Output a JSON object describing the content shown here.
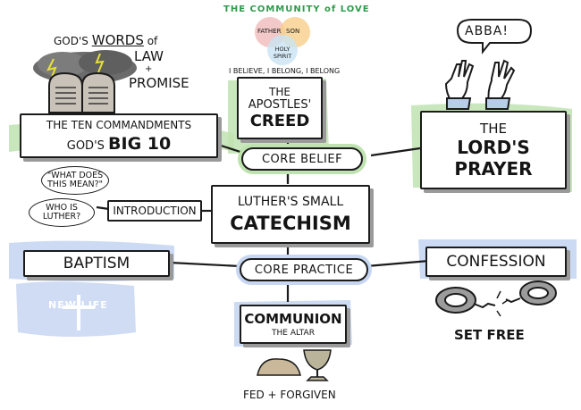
{
  "top_left": {
    "line1_prefix": "GOD's",
    "line1_emph": "WORDS",
    "line1_suffix": "of",
    "line2": "LAW",
    "plus": "+",
    "line3": "PROMISE"
  },
  "community": {
    "arc_text": "THE COMMUNITY of LOVE",
    "father": "FATHER",
    "son": "SON",
    "holy_spirit": "HOLY SPIRIT",
    "believe": "I BELIEVE, I BELONG, I BELONG"
  },
  "abba": "ABBA!",
  "ten_commandments": {
    "line1": "THE TEN COMMANDMENTS",
    "line2_prefix": "GOD's",
    "line2_big": "BIG 10"
  },
  "creed": {
    "line1": "THE",
    "line2": "APOSTLES'",
    "line3": "CREED"
  },
  "prayer": {
    "line1": "THE",
    "line2": "LORD'S",
    "line3": "PRAYER"
  },
  "core_belief": "CORE BELIEF",
  "questions": {
    "what": "\"WHAT DOES THIS MEAN?\"",
    "who": "WHO IS LUTHER?"
  },
  "introduction": "INTRODUCTION",
  "catechism": {
    "line1": "LUTHER'S SMALL",
    "line2": "CATECHISM"
  },
  "baptism": {
    "label": "BAPTISM",
    "new_life": "NEW LIFE"
  },
  "core_practice": "CORE PRACTICE",
  "confession": {
    "label": "CONFESSION",
    "set_free": "SET FREE"
  },
  "communion": {
    "label": "COMMUNION",
    "sub": "THE ALTAR",
    "fed": "FED + FORGIVEN"
  },
  "colors": {
    "green": "#bfe3b0",
    "blue": "#c7d7f2",
    "ink": "#1b1b1b"
  }
}
